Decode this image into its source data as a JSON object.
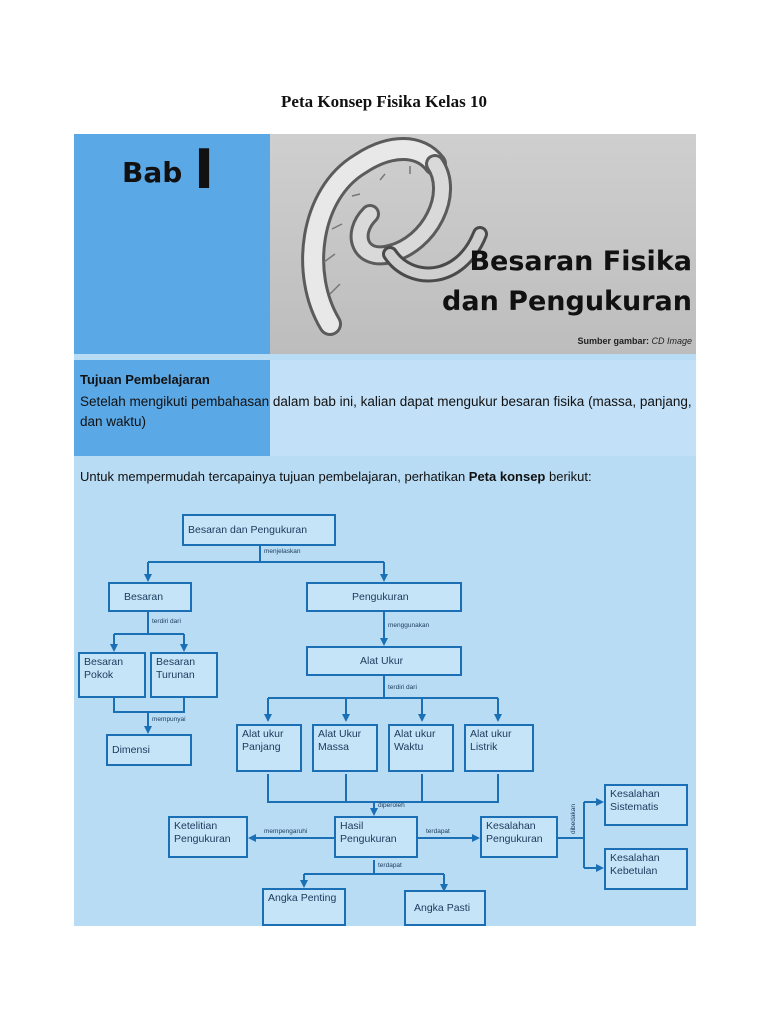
{
  "doc": {
    "title": "Peta Konsep Fisika Kelas 10"
  },
  "banner": {
    "bab": "Bab",
    "bab_num": "I",
    "chapter_line1": "Besaran Fisika",
    "chapter_line2": "dan Pengukuran",
    "source_label": "Sumber gambar:",
    "source_value": "CD Image"
  },
  "tujuan": {
    "heading": "Tujuan Pembelajaran",
    "text": "Setelah mengikuti pembahasan  dalam bab ini, kalian dapat mengukur besaran fisika (massa, panjang, dan waktu)"
  },
  "intro": {
    "before": "Untuk mempermudah tercapainya tujuan pembelajaran, perhatikan ",
    "bold": "Peta konsep",
    "after": " berikut:"
  },
  "concept_map": {
    "nodes": {
      "root": "Besaran dan Pengukuran",
      "besaran": "Besaran",
      "pengukuran": "Pengukuran",
      "besaran_pokok": "Besaran Pokok",
      "besaran_turunan": "Besaran Turunan",
      "dimensi": "Dimensi",
      "alat_ukur": "Alat Ukur",
      "alat_panjang": "Alat ukur Panjang",
      "alat_massa": "Alat Ukur Massa",
      "alat_waktu": "Alat ukur Waktu",
      "alat_listrik": "Alat ukur Listrik",
      "ketelitian": "Ketelitian Pengukuran",
      "hasil": "Hasil Pengukuran",
      "kesalahan": "Kesalahan Pengukuran",
      "sistematis": "Kesalahan Sistematis",
      "kebetulan": "Kesalahan Kebetulan",
      "angka_penting": "Angka Penting",
      "angka_pasti": "Angka Pasti"
    },
    "edges": {
      "menjelaskan": "menjelaskan",
      "terdiri_dari_1": "terdiri dari",
      "menggunakan": "menggunakan",
      "terdiri_dari_2": "terdiri dari",
      "mempunyai": "mempunyai",
      "diperoleh": "diperoleh",
      "mempengaruhi": "mempengaruhi",
      "terdapat_1": "terdapat",
      "terdapat_2": "terdapat",
      "dibedakan": "dibedakan"
    }
  },
  "colors": {
    "page_bg": "#ffffff",
    "figure_bg": "#b9dcf5",
    "dark_blue": "#5ba8e6",
    "node_border": "#1a6fb5",
    "banner_gray": "#c4c4c4"
  },
  "icons": [
    "measuring-tape-image"
  ]
}
